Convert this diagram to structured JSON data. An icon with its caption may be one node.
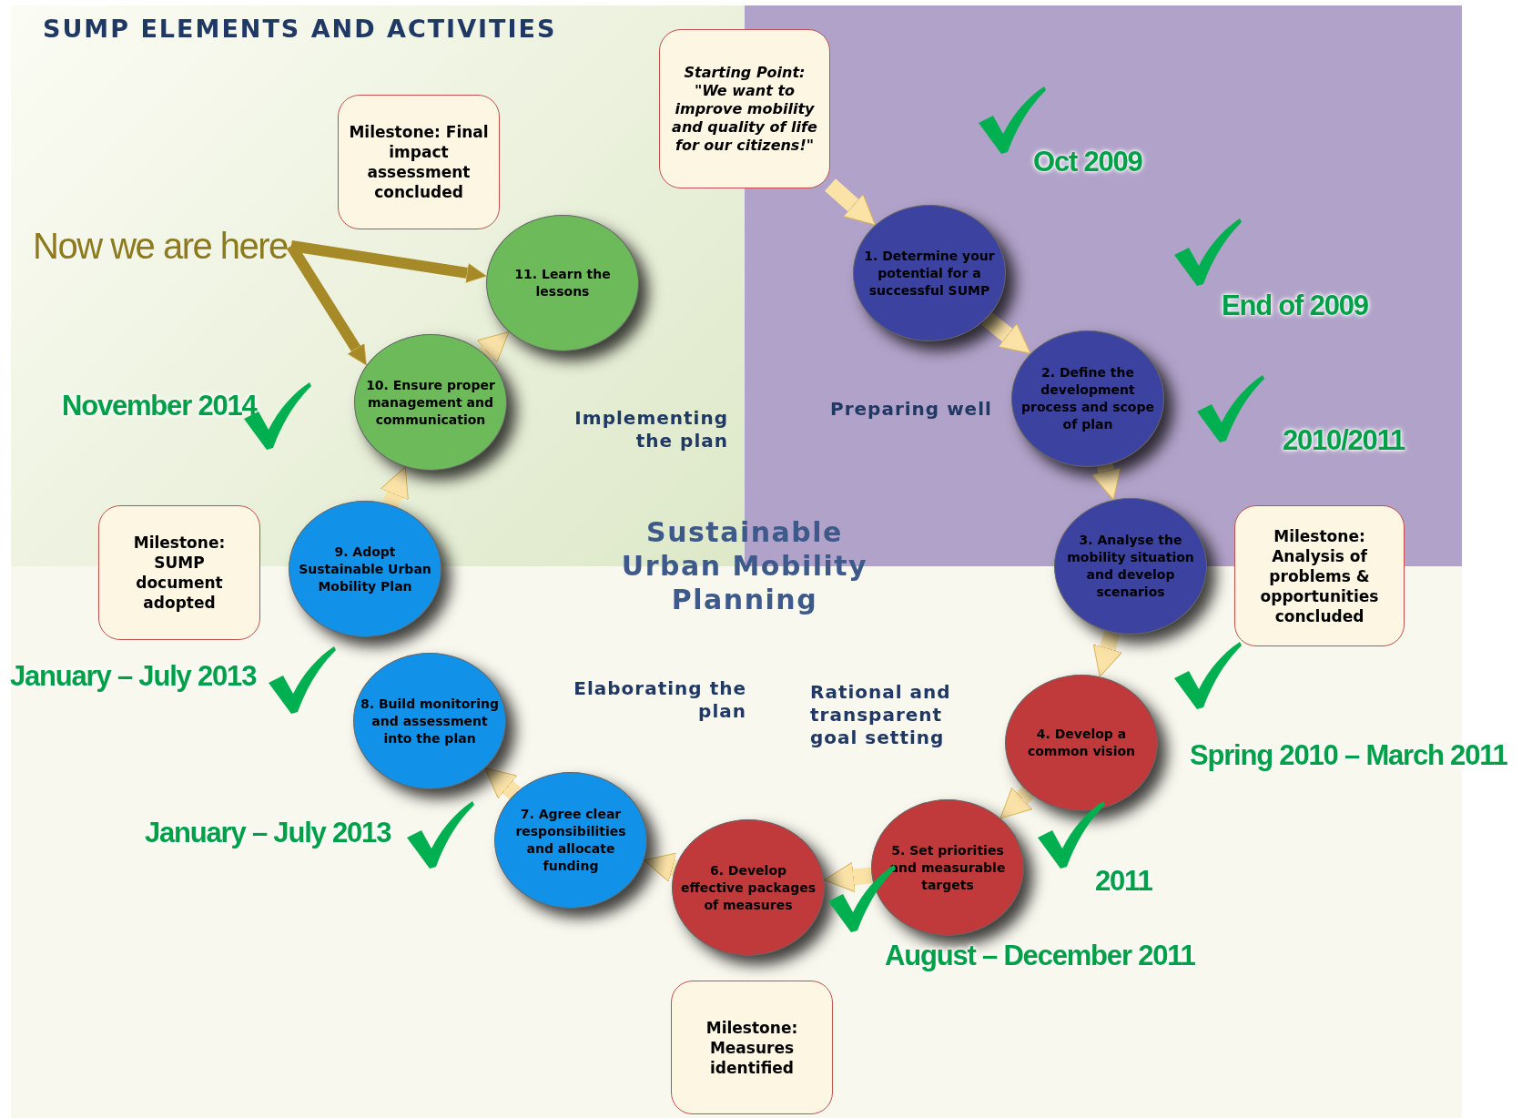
{
  "diagram": {
    "title": "SUMP ELEMENTS AND ACTIVITIES",
    "nodes": [
      {
        "text": [
          "Starting Point: \"We want to improve mobility and quality of life for our citizens!\""
        ]
      },
      {
        "text": [
          "1. Determine your potential for a successful SUMP"
        ]
      },
      {
        "text": [
          "2. Define the development process and scope of plan"
        ]
      },
      {
        "text": [
          "3. Analyse the mobility situation and develop scenarios"
        ]
      },
      {
        "text": [
          "4. Develop a common vision"
        ]
      },
      {
        "text": [
          "5. Set priorities and measurable targets"
        ]
      },
      {
        "text": [
          "6. Develop effective packages of measures"
        ]
      },
      {
        "text": [
          "7. Agree clear responsibilities and allocate funding"
        ]
      },
      {
        "text": [
          "8. Build monitoring and assessment into the plan"
        ]
      },
      {
        "text": [
          "9. Adopt Sustainable Urban Mobility Plan"
        ]
      },
      {
        "text": [
          "10. Ensure proper management and communication"
        ]
      },
      {
        "text": [
          "11. Learn the lessons"
        ]
      },
      {
        "text": [
          "Milestone: Final impact assessment concluded"
        ]
      },
      {
        "text": [
          "Milestone: SUMP document adopted"
        ]
      },
      {
        "text": [
          "Milestone: Analysis of problems & opportunities concluded"
        ]
      },
      {
        "text": [
          "Milestone: Measures identified"
        ]
      },
      {
        "text": [
          "Now we are here"
        ]
      }
    ],
    "edges": [
      {
        "from": 0,
        "to": 1,
        "arrow": "to"
      },
      {
        "from": 1,
        "to": 2,
        "arrow": "to"
      },
      {
        "from": 2,
        "to": 3,
        "arrow": "to"
      },
      {
        "from": 3,
        "to": 4,
        "arrow": "to"
      },
      {
        "from": 4,
        "to": 5,
        "arrow": "to"
      },
      {
        "from": 5,
        "to": 6,
        "arrow": "to"
      },
      {
        "from": 6,
        "to": 7,
        "arrow": "to"
      },
      {
        "from": 7,
        "to": 8,
        "arrow": "to"
      },
      {
        "from": 8,
        "to": 9,
        "arrow": "to"
      },
      {
        "from": 9,
        "to": 10,
        "arrow": "to"
      },
      {
        "from": 10,
        "to": 11,
        "arrow": "to"
      },
      {
        "from": 16,
        "to": 11,
        "arrow": "to",
        "color": "#a68a27"
      },
      {
        "from": 16,
        "to": 10,
        "arrow": "to",
        "color": "#a68a27"
      }
    ],
    "labels": [
      "Oct 2009",
      "End of 2009",
      "November 2014",
      "Implementing the plan",
      "Preparing well",
      "2010/2011",
      "Sustainable Urban Mobility Planning",
      "January – July 2013",
      "Elaborating the plan",
      "Rational and transparent goal setting",
      "Spring 2010 – March 2011",
      "January – July 2013",
      "2011",
      "August – December 2011"
    ]
  }
}
